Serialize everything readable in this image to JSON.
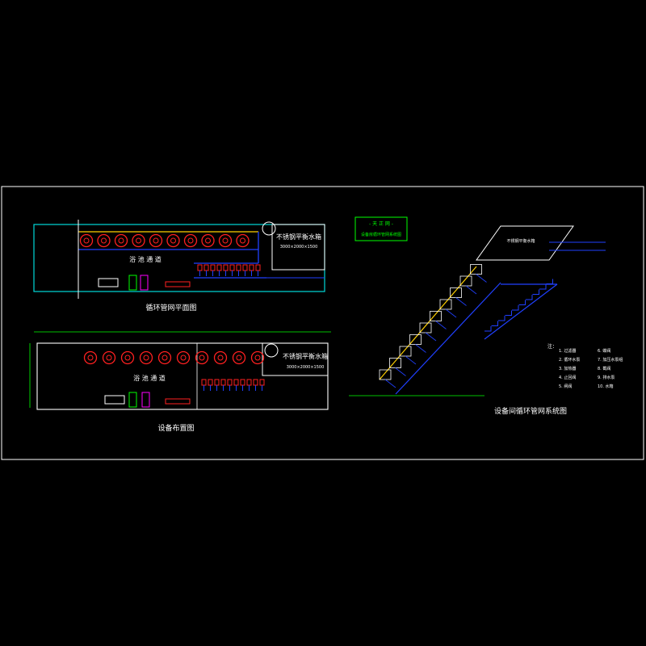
{
  "plan_top": {
    "title": "循环管网平面图",
    "tank_label": "不锈钢平衡水箱",
    "tank_sub": "3000×2000×1500",
    "corridor_label": "浴 池 通 道",
    "heater_count": 10,
    "pump_count": 10
  },
  "plan_bottom": {
    "title": "设备布置图",
    "tank_label": "不锈钢平衡水箱",
    "tank_sub": "3000×2000×1500",
    "corridor_label": "浴 池 通 道",
    "heater_count": 10,
    "pump_count": 10
  },
  "system": {
    "title": "设备间循环管网系统图",
    "box_title": "- 天 正 网 -",
    "box_sub": "设备房循环管网系统图",
    "tank_label": "不锈钢平衡水箱",
    "notes_heading": "注：",
    "notes": [
      "1. 过滤器",
      "2. 循环水泵",
      "3. 加热器",
      "4. 止回阀",
      "5. 闸阀",
      "6. 蝶阀",
      "7. 加压水泵组",
      "8. 截阀",
      "9. 排水泵",
      "10. 水箱"
    ]
  },
  "colors": {
    "frame": "#ffffff",
    "wall": "#00d8d8",
    "cold_pipe": "#2040ff",
    "hot_pipe": "#ffd000",
    "heater": "#ff2020",
    "accent": "#ff00ff",
    "green": "#00ff00",
    "text": "#ffffff",
    "dim": "#00ff00"
  }
}
